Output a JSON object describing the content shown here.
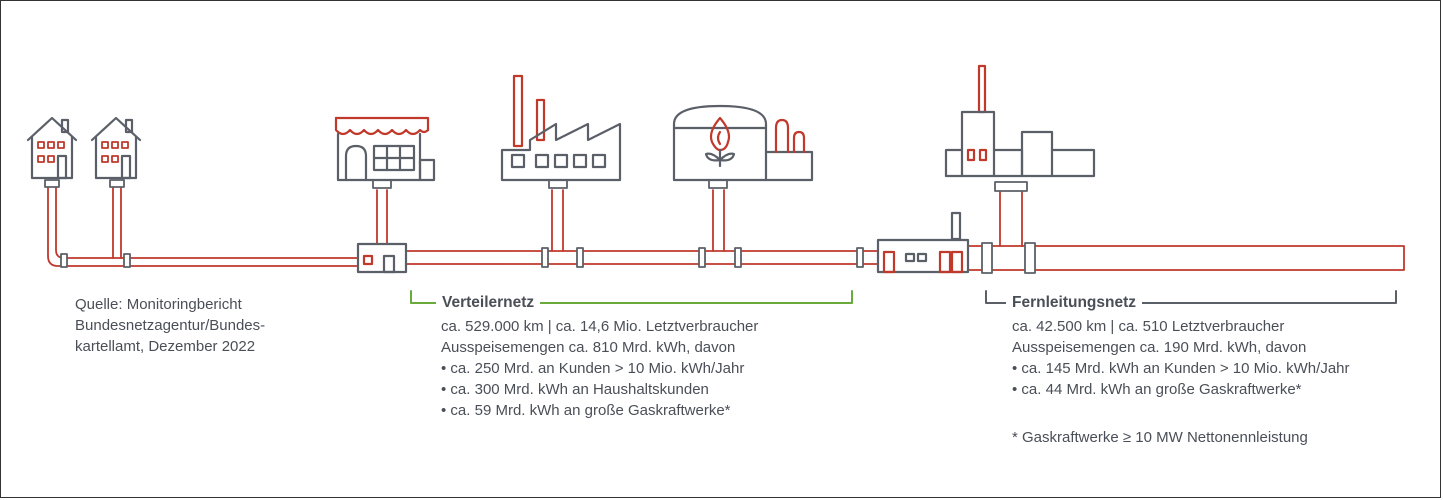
{
  "source": {
    "lines": [
      "Quelle: Monitoringbericht",
      "Bundesnetzagentur/Bundes-",
      "kartellamt, Dezember 2022"
    ]
  },
  "verteilernetz": {
    "title": "Verteilernetz",
    "lines": [
      "ca. 529.000 km | ca. 14,6 Mio. Letztverbraucher",
      "Ausspeisemengen ca. 810 Mrd. kWh, davon",
      "• ca. 250 Mrd. an Kunden > 10 Mio. kWh/Jahr",
      "• ca. 300 Mrd. kWh an Haushaltskunden",
      "• ca. 59 Mrd. kWh an große Gaskraftwerke*"
    ],
    "color": "#6aaa3a"
  },
  "fernleitungsnetz": {
    "title": "Fernleitungsnetz",
    "lines": [
      "ca. 42.500 km | ca. 510 Letztverbraucher",
      "Ausspeisemengen ca. 190 Mrd. kWh, davon",
      "• ca. 145 Mrd. kWh an Kunden > 10 Mio. kWh/Jahr",
      "• ca. 44 Mrd. kWh an große Gaskraftwerke*"
    ],
    "footnote": "* Gaskraftwerke ≥ 10 MW Nettonennleistung",
    "color": "#5b6068"
  },
  "colors": {
    "pipe": "#c0392b",
    "outline": "#5b6068",
    "accent": "#c0392b"
  },
  "icons": [
    "house-icon",
    "house-icon",
    "shop-icon",
    "factory-icon",
    "biogas-plant-icon",
    "compressor-station-icon",
    "power-plant-icon"
  ]
}
